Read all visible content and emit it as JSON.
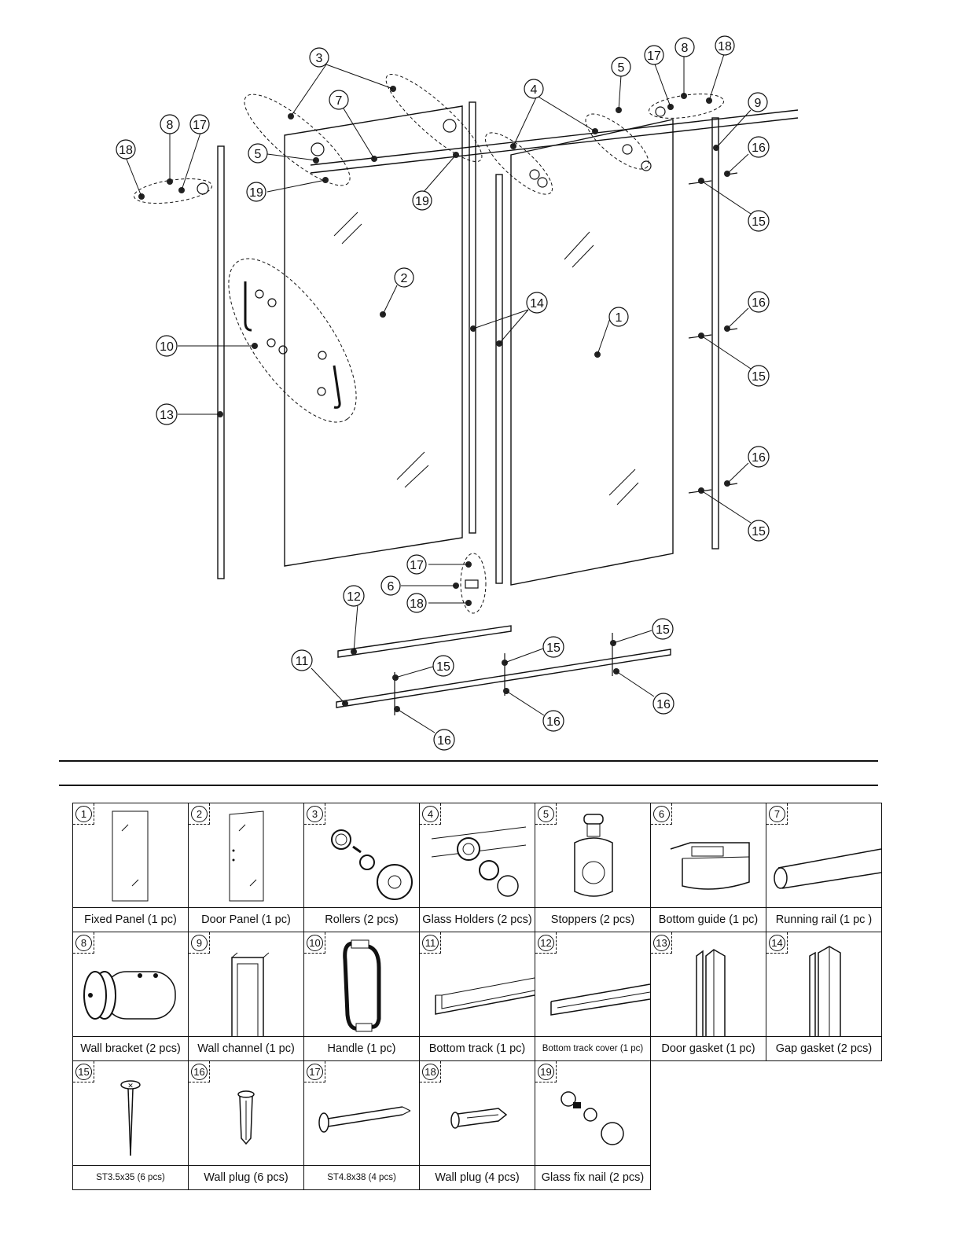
{
  "callout_numbers": [
    "1",
    "2",
    "3",
    "4",
    "5",
    "6",
    "7",
    "8",
    "9",
    "10",
    "11",
    "12",
    "13",
    "14",
    "15",
    "16",
    "17",
    "18",
    "19"
  ],
  "parts": [
    {
      "num": "1",
      "label": "Fixed Panel (1 pc)",
      "icon": "fixed-panel-icon"
    },
    {
      "num": "2",
      "label": "Door Panel (1 pc)",
      "icon": "door-panel-icon"
    },
    {
      "num": "3",
      "label": "Rollers (2 pcs)",
      "icon": "roller-icon"
    },
    {
      "num": "4",
      "label": "Glass Holders (2 pcs)",
      "icon": "glass-holder-icon"
    },
    {
      "num": "5",
      "label": "Stoppers (2 pcs)",
      "icon": "stopper-icon"
    },
    {
      "num": "6",
      "label": "Bottom guide (1 pc)",
      "icon": "bottom-guide-icon"
    },
    {
      "num": "7",
      "label": "Running rail (1 pc )",
      "icon": "running-rail-icon"
    },
    {
      "num": "8",
      "label": "Wall bracket (2 pcs)",
      "icon": "wall-bracket-icon"
    },
    {
      "num": "9",
      "label": "Wall channel (1 pc)",
      "icon": "wall-channel-icon"
    },
    {
      "num": "10",
      "label": "Handle (1 pc)",
      "icon": "handle-icon"
    },
    {
      "num": "11",
      "label": "Bottom track (1 pc)",
      "icon": "bottom-track-icon"
    },
    {
      "num": "12",
      "label": "Bottom track cover (1 pc)",
      "icon": "bottom-track-cover-icon"
    },
    {
      "num": "13",
      "label": "Door gasket (1 pc)",
      "icon": "door-gasket-icon"
    },
    {
      "num": "14",
      "label": "Gap gasket (2 pcs)",
      "icon": "gap-gasket-icon"
    },
    {
      "num": "15",
      "label": "ST3.5x35 (6 pcs)",
      "icon": "screw-icon"
    },
    {
      "num": "16",
      "label": "Wall plug (6 pcs)",
      "icon": "wall-plug-icon"
    },
    {
      "num": "17",
      "label": "ST4.8x38 (4 pcs)",
      "icon": "long-screw-icon"
    },
    {
      "num": "18",
      "label": "Wall plug (4 pcs)",
      "icon": "wall-plug-small-icon"
    },
    {
      "num": "19",
      "label": "Glass fix nail (2 pcs)",
      "icon": "glass-fix-nail-icon"
    }
  ]
}
